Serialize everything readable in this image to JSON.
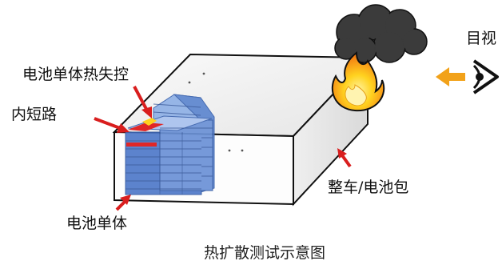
{
  "labels": {
    "cell_thermal_runaway": "电池单体热失控",
    "internal_short": "内短路",
    "battery_cell": "电池单体",
    "vehicle_pack": "整车/电池包",
    "visual_observation": "目视"
  },
  "caption": "热扩散测试示意图",
  "icons": [
    "fire-icon",
    "smoke-cloud-icon",
    "eye-icon",
    "arrow-left-icon"
  ],
  "colors": {
    "box_face_top": "#f2f2f2",
    "box_face_front": "#ffffff",
    "box_face_right": "#e9e9e9",
    "box_edge": "#111111",
    "cell_blue": "#3d6fc4",
    "cell_blue_light": "#7fa3df",
    "short_red": "#e02626",
    "arrow_red": "#d91e1e",
    "flame_orange": "#f58b1f",
    "flame_yellow": "#ffd21f",
    "smoke": "#3b3b3b",
    "view_arrow": "#f2a21a"
  }
}
